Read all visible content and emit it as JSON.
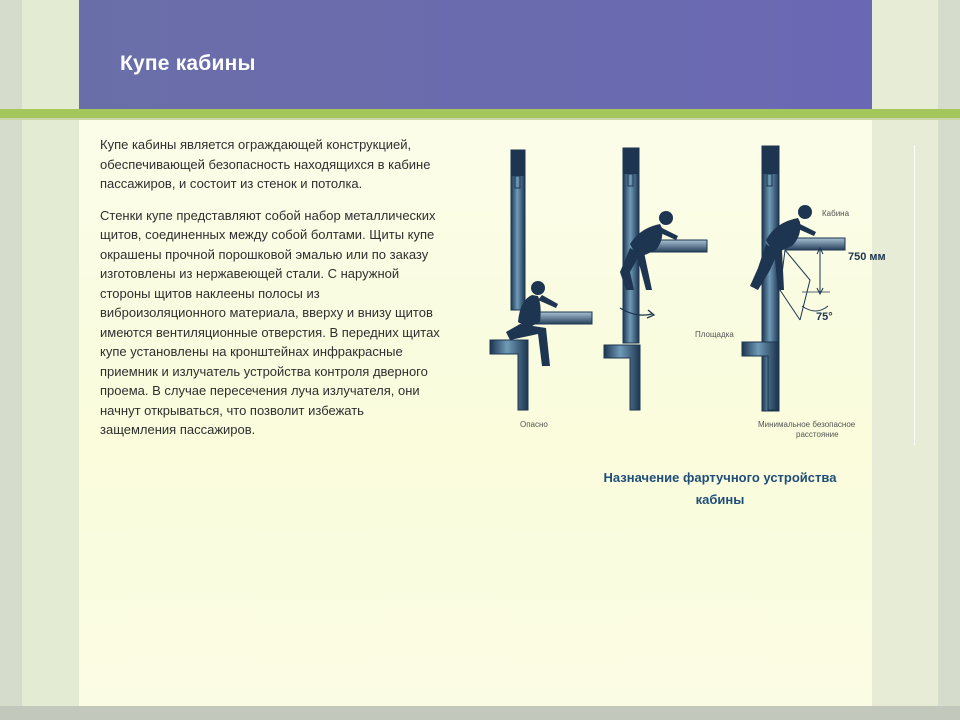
{
  "slide": {
    "title": "Купе кабины",
    "paragraphs": [
      "Купе кабины является ограждающей конструкцией, обеспечивающей безопасность находящихся в кабине пассажиров, и состоит из стенок и потолка.",
      "Стенки купе представляют собой набор металлических щитов, соединенных между собой болтами. Щиты купе окрашены прочной порошковой эмалью или по заказу изготовлены из нержавеющей стали. С наружной стороны щитов наклеены полосы из виброизоляционного материала, вверху и внизу щитов имеются вентиляционные отверстия. В передних щитах купе установлены на кронштейнах инфракрасные приемник и излучатель устройства контроля дверного проема. В случае пересечения луча излучателя, они начнут открываться, что позволит избежать защемления пассажиров."
    ]
  },
  "figure": {
    "caption": "Назначение фартучного устройства кабины",
    "labels": {
      "danger": "Опасно",
      "platform": "Площадка",
      "cabin": "Кабина",
      "height": "750 мм",
      "angle": "75°",
      "min_distance_1": "Минимальное безопасное",
      "min_distance_2": "расстояние"
    }
  },
  "colors": {
    "header": "#6a6ea8",
    "accent_green": "#a3c75a",
    "caption": "#1f4e79",
    "figure_dark": "#1d3550"
  }
}
